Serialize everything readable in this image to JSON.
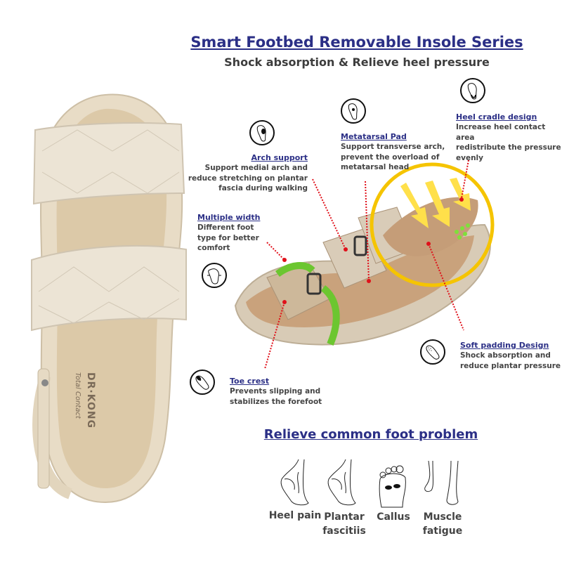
{
  "header": {
    "title": "Smart Footbed Removable Insole Series",
    "subtitle": "Shock absorption & Relieve heel pressure"
  },
  "product": {
    "brand_logo": "DR·KONG",
    "brand_tagline": "Total Contact",
    "colors": {
      "title": "#2b2f86",
      "sandal": "#ece3d3",
      "insole": "#c9a27c",
      "callout_line": "#e0101a",
      "highlight_ring": "#f5c400"
    }
  },
  "features": [
    {
      "title": "Arch support",
      "lines": [
        "Support medial arch and",
        "reduce stretching on plantar",
        "fascia during walking"
      ],
      "icon": "foot-arch-icon"
    },
    {
      "title": "Metatarsal Pad",
      "lines": [
        "Support transverse arch,",
        "prevent the overload of",
        "metatarsal head"
      ],
      "icon": "foot-metatarsal-icon"
    },
    {
      "title": "Heel cradle design",
      "lines": [
        "Increase heel contact area",
        "redistribute the pressure",
        "evenly"
      ],
      "icon": "heel-cradle-icon"
    },
    {
      "title": "Multiple width",
      "lines": [
        "Different foot",
        "type for better",
        "comfort"
      ],
      "icon": "foot-width-icon"
    },
    {
      "title": "Soft padding Design",
      "lines": [
        "Shock absorption and",
        "reduce plantar pressure"
      ],
      "icon": "insole-padding-icon"
    },
    {
      "title": "Toe crest",
      "lines": [
        "Prevents slipping and",
        "stabilizes the forefoot"
      ],
      "icon": "toe-crest-icon"
    }
  ],
  "problems": {
    "heading": "Relieve common foot problem",
    "items": [
      {
        "lines": [
          "Heel pain"
        ],
        "icon": "heel-pain-icon"
      },
      {
        "lines": [
          "Plantar",
          "fascitiis"
        ],
        "icon": "plantar-fasciitis-icon"
      },
      {
        "lines": [
          "Callus"
        ],
        "icon": "callus-icon"
      },
      {
        "lines": [
          "Muscle",
          "fatigue"
        ],
        "icon": "muscle-fatigue-icon"
      }
    ]
  }
}
